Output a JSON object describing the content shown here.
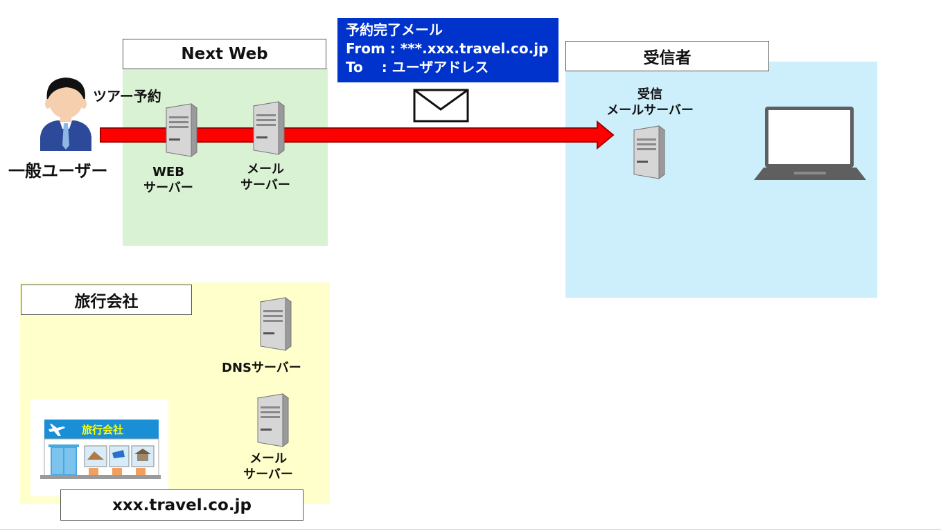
{
  "zones": {
    "next_web": {
      "title": "Next Web",
      "color": "#d9f2d3"
    },
    "receiver": {
      "title": "受信者",
      "color": "#cdeefb"
    },
    "travel_agency": {
      "title": "旅行会社",
      "color": "#ffffcc"
    }
  },
  "user": {
    "action": "ツアー予約",
    "name": "一般ユーザー"
  },
  "servers": {
    "web": {
      "line1": "WEB",
      "line2": "サーバー"
    },
    "mail": {
      "line1": "メール",
      "line2": "サーバー"
    },
    "receive_mail": {
      "line1": "受信",
      "line2": "メールサーバー"
    },
    "dns": {
      "line1": "DNSサーバー"
    },
    "agency_mail": {
      "line1": "メール",
      "line2": "サーバー"
    }
  },
  "mail_info": {
    "line1": "予約完了メール",
    "line2": "From : ***.xxx.travel.co.jp",
    "line3": "To　 : ユーザアドレス",
    "bg_color": "#0033cc"
  },
  "shop": {
    "sign": "旅行会社"
  },
  "domain_label": "xxx.travel.co.jp",
  "arrow": {
    "color": "#ff0000"
  }
}
